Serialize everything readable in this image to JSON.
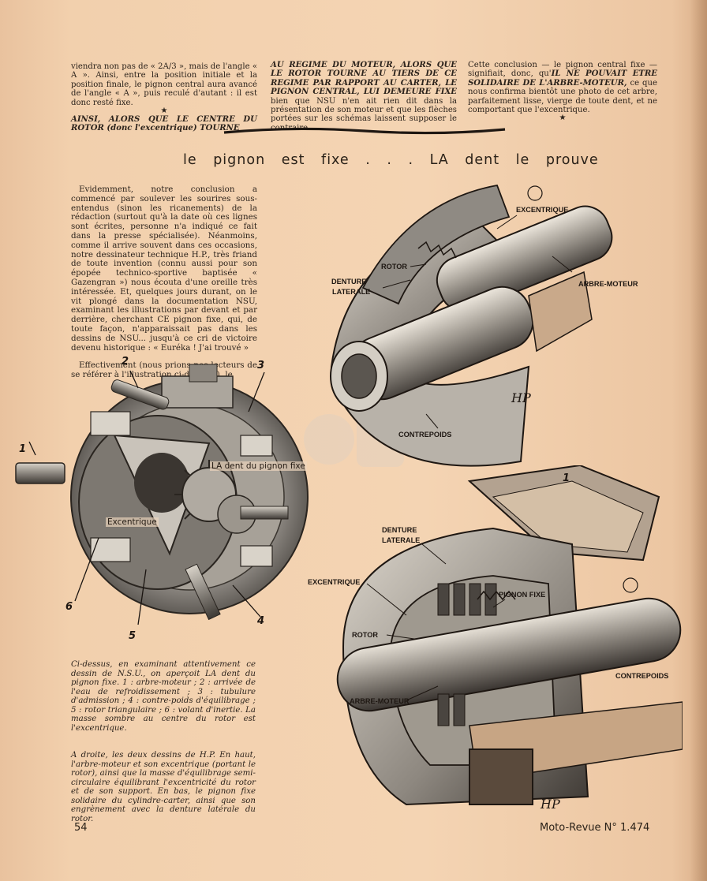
{
  "top_columns": {
    "col1": {
      "paragraph1": "viendra non pas de « 2A/3 », mais de l'angle « A ». Ainsi, entre la position initiale et la position finale, le pignon central aura avancé de l'angle « A », puis reculé d'autant : il est donc resté fixe.",
      "star": "★",
      "paragraph2": "AINSI, ALORS QUE LE CENTRE DU ROTOR (donc l'excentrique) TOURNE"
    },
    "col2": {
      "paragraph1_bold": "AU REGIME DU MOTEUR, ALORS QUE LE ROTOR TOURNE AU TIERS DE CE REGIME PAR RAPPORT AU CARTER, LE PIGNON CENTRAL, LUI DEMEURE FIXE",
      "paragraph1_rest": "bien que NSU n'en ait rien dit dans la présentation de son moteur et que les flèches portées sur les schémas laissent supposer le contraire."
    },
    "col3": {
      "paragraph1_start": "Cette conclusion — le pignon central fixe — signifiait, donc, qu'",
      "paragraph1_bold": "IL NE POUVAIT ETRE SOLIDAIRE DE L'ARBRE-MOTEUR,",
      "paragraph1_rest": "ce que nous confirma bientôt une photo de cet arbre, parfaitement lisse, vierge de toute dent, et ne comportant que l'excentrique.",
      "star": "★"
    }
  },
  "headline": "le pignon est fixe . . . LA dent le prouve",
  "left_text": {
    "paragraph1": "Evidemment, notre conclusion a commencé par soulever les sourires sous-entendus (sinon les ricanements) de la rédaction (surtout qu'à la date où ces lignes sont écrites, personne n'a indiqué ce fait dans la presse spécialisée). Néanmoins, comme il arrive souvent dans ces occasions, notre dessinateur technique H.P., très friand de toute invention (connu aussi pour son épopée technico-sportive baptisée « Gazengran ») nous écouta d'une oreille très intéressée. Et, quelques jours durant, on le vit plongé dans la documentation NSU, examinant les illustrations par devant et par derrière, cherchant CE pignon fixe, qui, de toute façon, n'apparaissait pas dans les dessins de NSU... jusqu'à ce cri de victoire devenu historique : « Euréka ! J'ai trouvé »",
    "paragraph2": "Effectivement (nous prions nos lecteurs de se référer à l'illustration ci-dessous), le"
  },
  "nsu_figure": {
    "callouts": [
      "1",
      "2",
      "3",
      "4",
      "5",
      "6"
    ],
    "tooth_label": "LA dent du pignon fixe",
    "eccentric_label": "Excentrique"
  },
  "caption1": "Ci-dessus, en examinant attentivement ce dessin de N.S.U., on aperçoit LA dent du pignon fixe. 1 : arbre-moteur ; 2 : arrivée de l'eau de refroidissement ; 3 : tubulure d'admission ; 4 : contre-poids d'équilibrage ; 5 : rotor triangulaire ; 6 : volant d'inertie. La masse sombre au centre du rotor est l'excentrique.",
  "caption2": "A droite, les deux dessins de H.P. En haut, l'arbre-moteur et son excentrique (portant le rotor), ainsi que la masse d'équilibrage semi-circulaire équilibrant l'excentricité du rotor et de son support. En bas, le pignon fixe solidaire du cylindre-carter, ainsi que son engrènement avec la denture latérale du rotor.",
  "top_figure": {
    "labels": {
      "excentrique": "EXCENTRIQUE",
      "rotor": "ROTOR",
      "arbre": "ARBRE-MOTEUR",
      "denture": "DENTURE",
      "laterale": "LATERALE",
      "contrepoids": "CONTREPOIDS"
    },
    "signature": "HP"
  },
  "bottom_figure": {
    "labels": {
      "denture": "DENTURE",
      "laterale": "LATERALE",
      "excentrique": "EXCENTRIQUE",
      "pignon": "PIGNON  FIXE",
      "rotor": "ROTOR",
      "arbre": "ARBRE-MOTEUR",
      "contrepoids": "CONTREPOIDS"
    },
    "callout": "1",
    "signature": "HP"
  },
  "footer": {
    "page_number": "54",
    "magazine": "Moto-Revue N° 1.474"
  },
  "colors": {
    "paper": "#f2d0ad",
    "ink": "#2c231c",
    "metal": "#8c8a86"
  }
}
